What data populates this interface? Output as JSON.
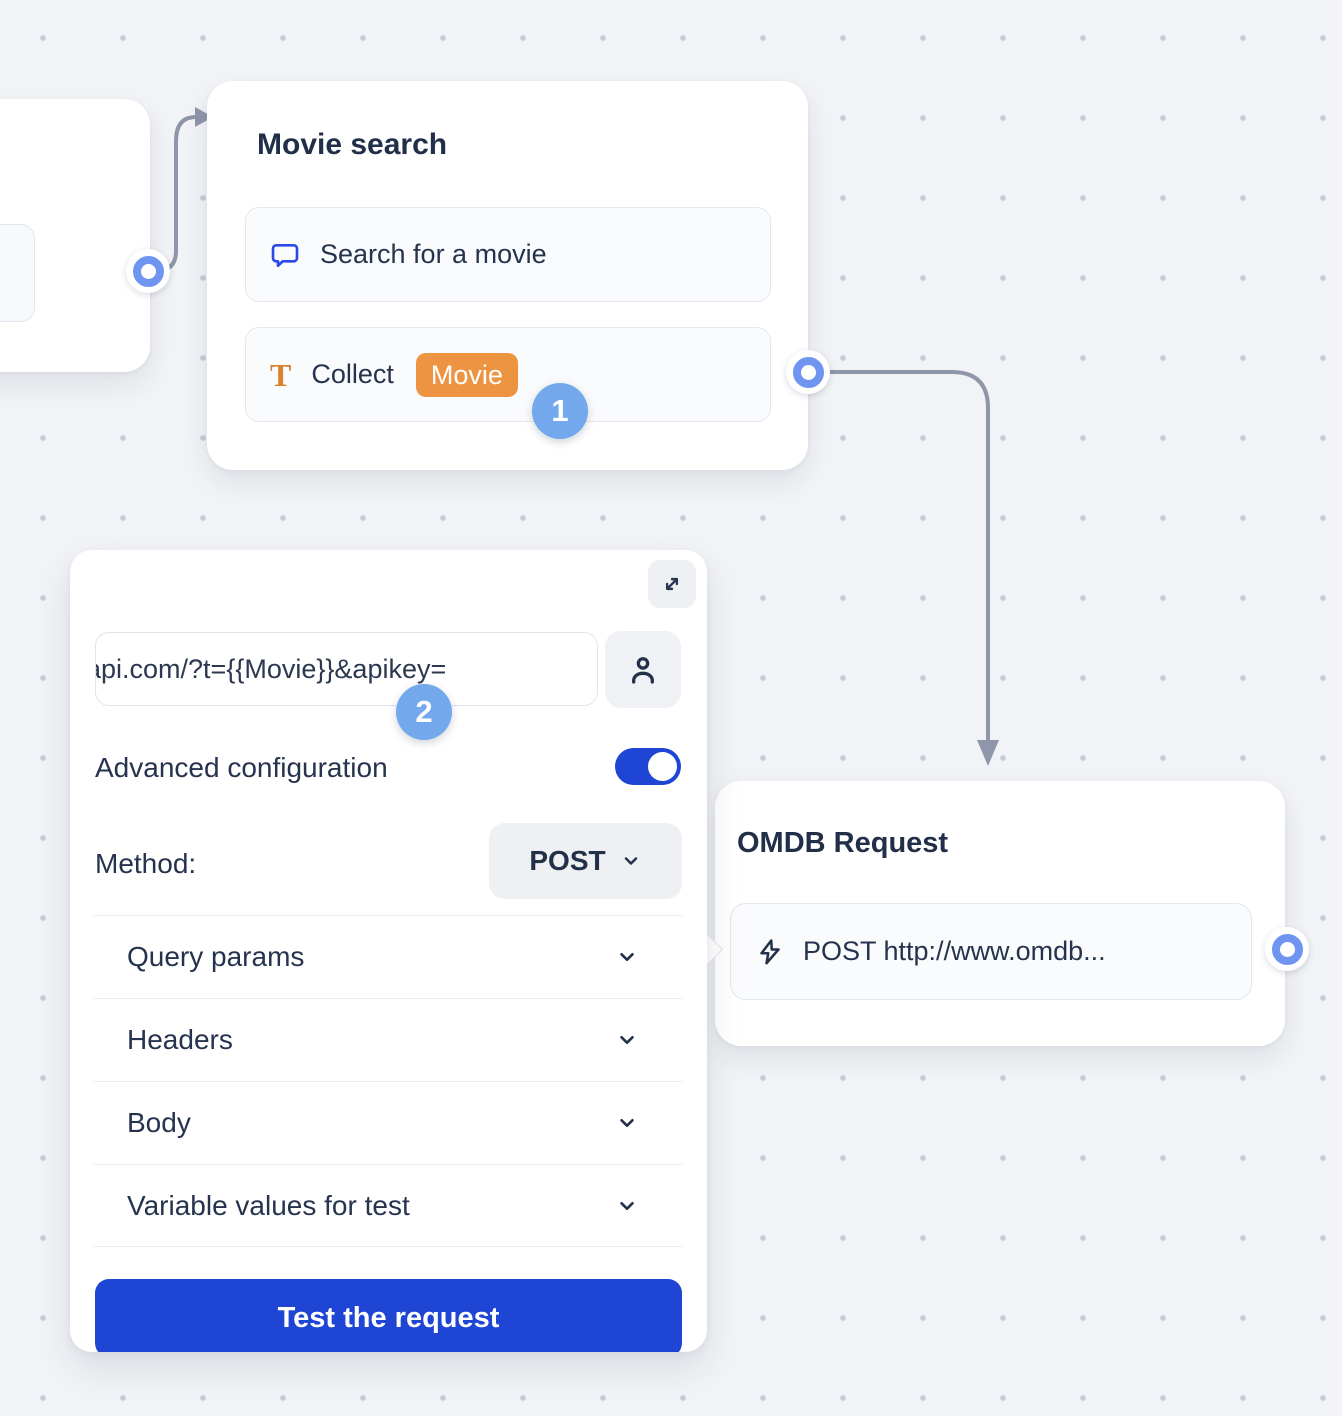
{
  "colors": {
    "accent_blue": "#1e45d3",
    "step_badge_blue": "#73a8ed",
    "port_ring_blue": "#6f95f1",
    "chip_orange": "#ec9442",
    "type_icon_orange": "#d8832f",
    "chat_icon_blue": "#2b49e9",
    "text_dark_navy": "#26334d",
    "connector_gray": "#8f96a9"
  },
  "movie_node": {
    "title": "Movie search",
    "row1": {
      "icon": "chat-bubble-icon",
      "label": "Search for a movie"
    },
    "row2": {
      "icon": "text-type-icon",
      "label": "Collect",
      "chip": "Movie"
    }
  },
  "webhook_panel": {
    "url_value": "api.com/?t={{Movie}}&apikey=",
    "advanced_label": "Advanced configuration",
    "method_label": "Method:",
    "method_value": "POST",
    "sections": [
      "Query params",
      "Headers",
      "Body",
      "Variable values for test"
    ],
    "test_button_label": "Test the request"
  },
  "omdb_node": {
    "title": "OMDB Request",
    "row": {
      "icon": "lightning-icon",
      "label": "POST http://www.omdb..."
    }
  },
  "step_badges": {
    "one": "1",
    "two": "2"
  }
}
